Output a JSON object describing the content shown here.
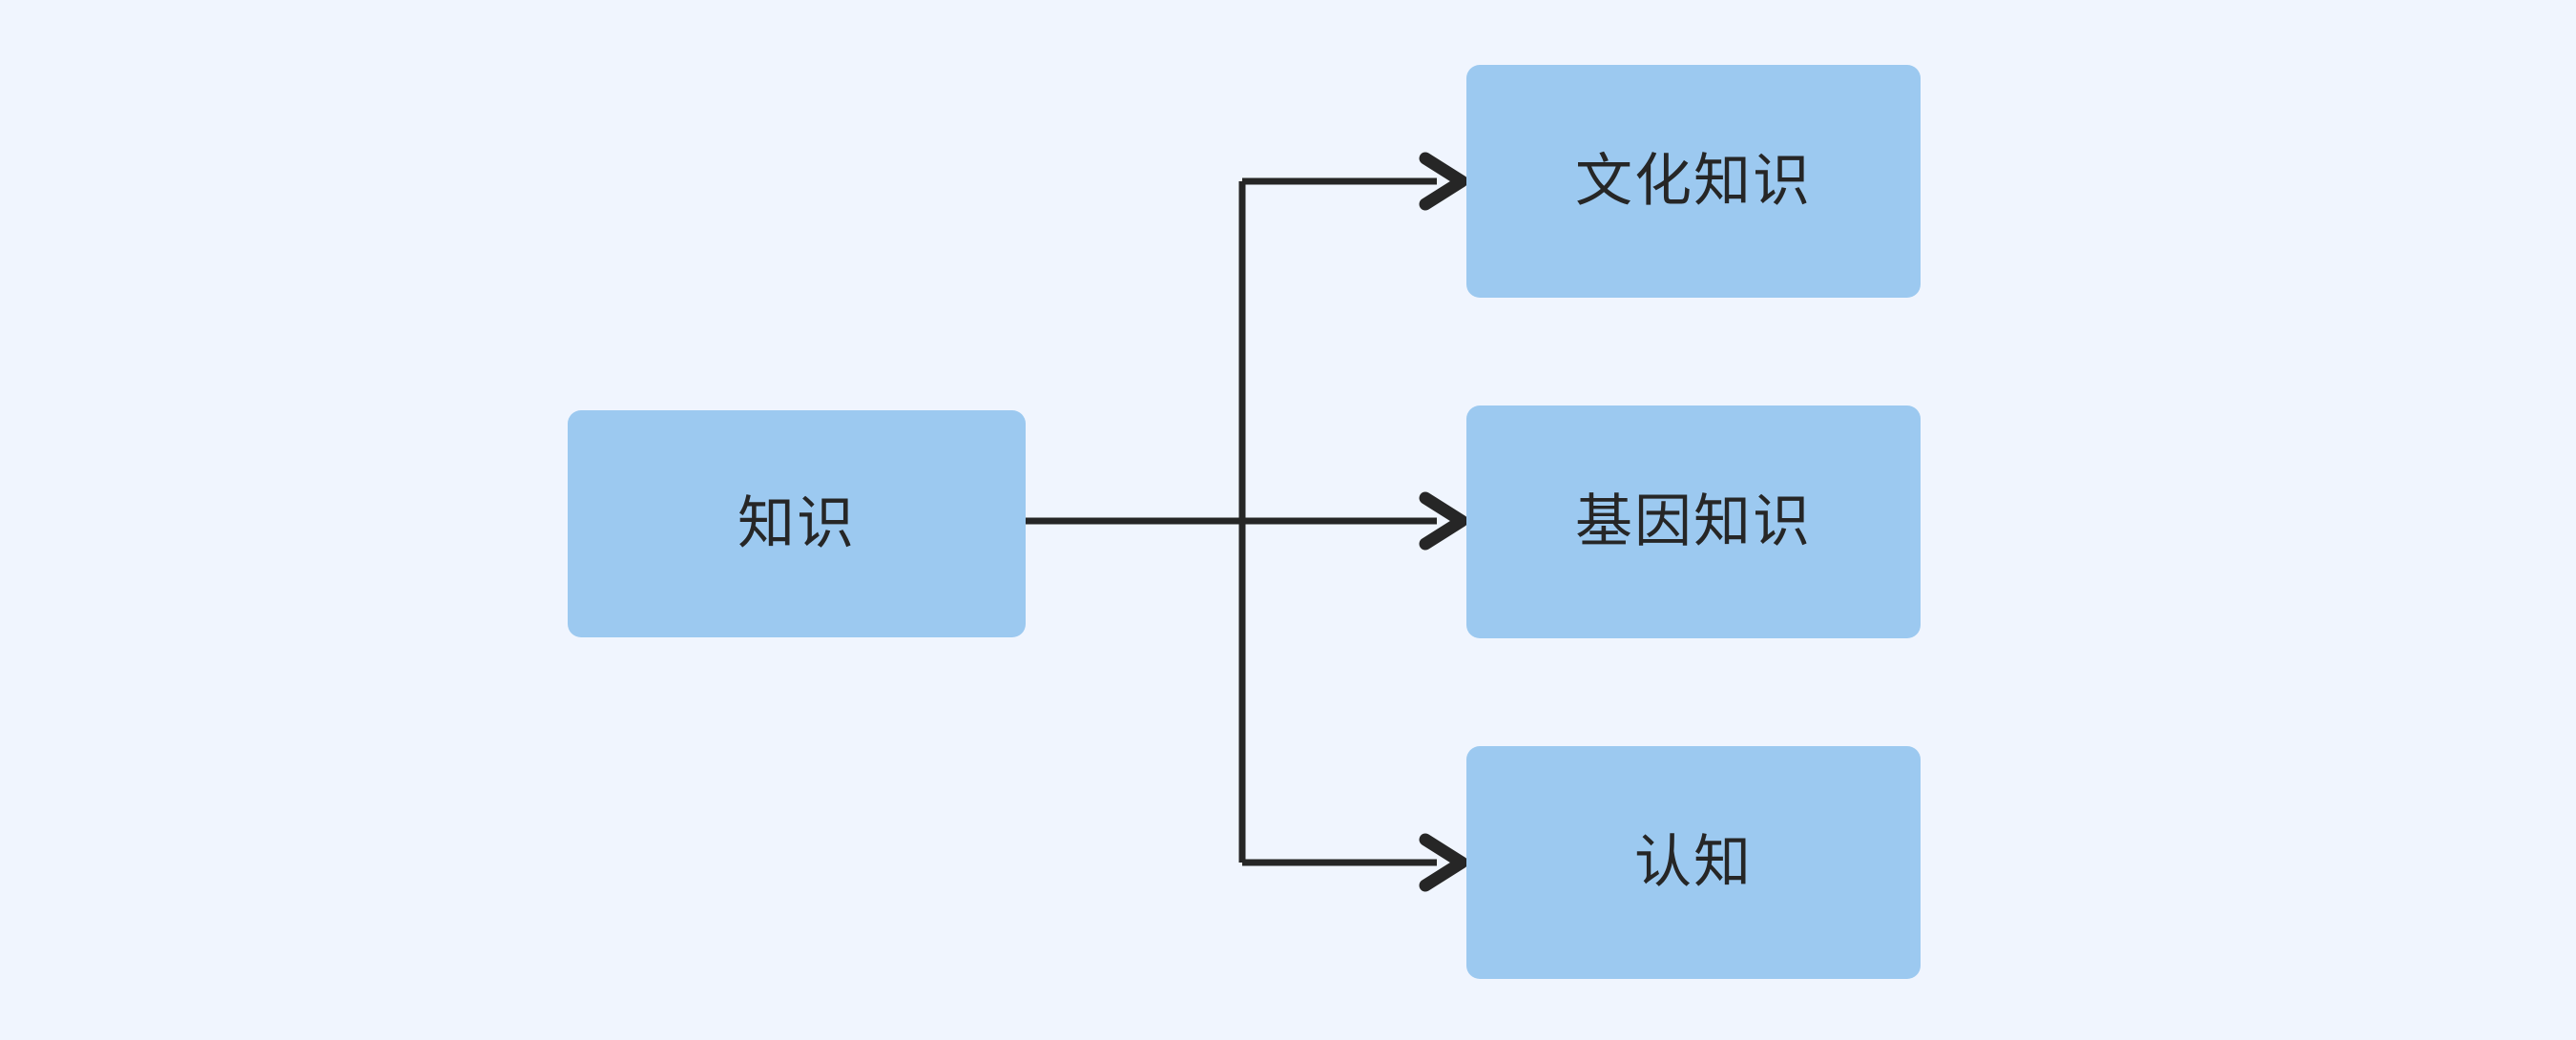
{
  "diagram": {
    "type": "flowchart",
    "orientation": "left-to-right",
    "background_color": "#f0f5fe",
    "node_fill_color": "#9cc9f0",
    "node_text_color": "#262626",
    "edge_color": "#262626",
    "root": {
      "id": "root",
      "label": "知识"
    },
    "children": [
      {
        "id": "child-0",
        "label": "文化知识"
      },
      {
        "id": "child-1",
        "label": "基因知识"
      },
      {
        "id": "child-2",
        "label": "认知"
      }
    ],
    "edges": [
      {
        "from": "知识",
        "to": "文化知识",
        "style": "orthogonal-elbow",
        "arrow": "arrowhead-icon"
      },
      {
        "from": "知识",
        "to": "基因知识",
        "style": "orthogonal-straight",
        "arrow": "arrowhead-icon"
      },
      {
        "from": "知识",
        "to": "认知",
        "style": "orthogonal-elbow",
        "arrow": "arrowhead-icon"
      }
    ]
  }
}
